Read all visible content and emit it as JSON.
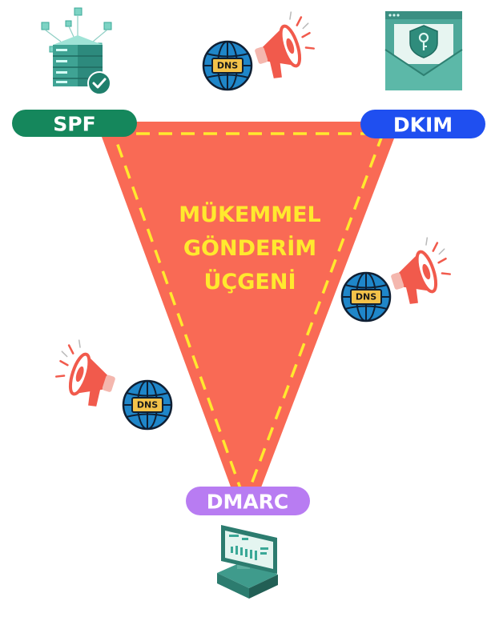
{
  "triangle": {
    "fill_color": "#f96a55",
    "dash_color": "#ffe92e",
    "title_lines": [
      "MÜKEMMEL",
      "GÖNDERİM",
      "ÜÇGENİ"
    ]
  },
  "corners": {
    "spf": {
      "label": "SPF",
      "color": "#15875c",
      "icon": "server-check-icon"
    },
    "dkim": {
      "label": "DKIM",
      "color": "#1f4ff0",
      "icon": "envelope-shield-icon"
    },
    "dmarc": {
      "label": "DMARC",
      "color": "#b87cf2",
      "icon": "monitor-report-icon"
    }
  },
  "dns_badges": {
    "label": "DNS",
    "globe_color": "#1f86c9",
    "megaphone_color": "#f15a4c"
  }
}
